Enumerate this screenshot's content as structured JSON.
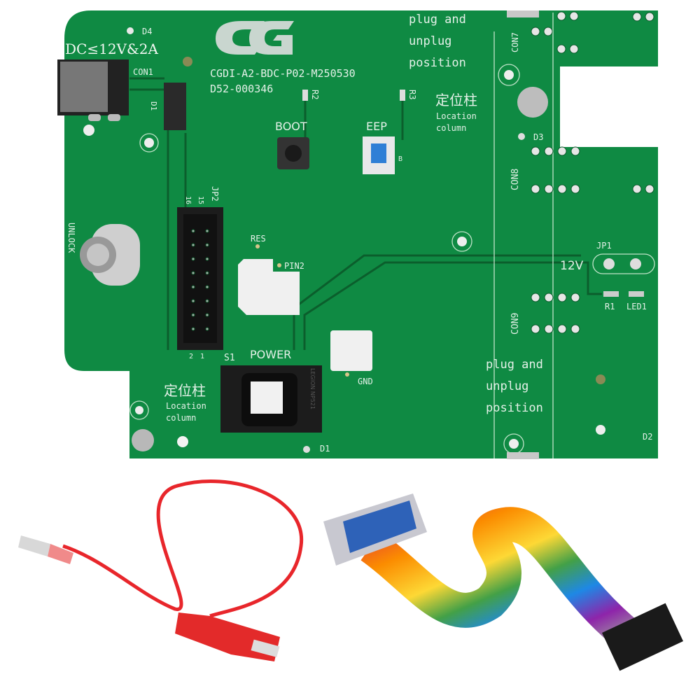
{
  "board": {
    "logo": "CG",
    "model_line1": "CGDI-A2-BDC-P02-M250530",
    "model_line2": "D52-000346",
    "power_rating": "DC≤12V&2A",
    "labels": {
      "d4": "D4",
      "con1": "CON1",
      "d1_top": "D1",
      "r2": "R2",
      "r3": "R3",
      "boot": "BOOT",
      "eep": "EEP",
      "b": "B",
      "jp2": "JP2",
      "pin16": "16",
      "pin15": "15",
      "pin2": "2",
      "pin1": "1",
      "s1": "S1",
      "unlock": "UNLOCK",
      "res": "RES",
      "pin2_label": "PIN2",
      "power": "POWER",
      "gnd": "GND",
      "d1_bottom": "D1",
      "d2": "D2",
      "d3": "D3",
      "con7": "CON7",
      "con8": "CON8",
      "con9": "CON9",
      "jp1": "JP1",
      "v12": "12V",
      "r1": "R1",
      "led1": "LED1"
    },
    "plug_top": [
      "plug and",
      "unplug",
      "position"
    ],
    "plug_bottom": [
      "plug and",
      "unplug",
      "position"
    ],
    "location_right": {
      "cn": "定位柱",
      "en1": "Location",
      "en2": "column"
    },
    "location_left": {
      "cn": "定位柱",
      "en1": "Location",
      "en2": "column"
    },
    "switch_brand": "LEGION NP521"
  },
  "colors": {
    "pcb": "#0f8a43",
    "silk": "#e4f1e8",
    "wire": "#e8262b"
  }
}
